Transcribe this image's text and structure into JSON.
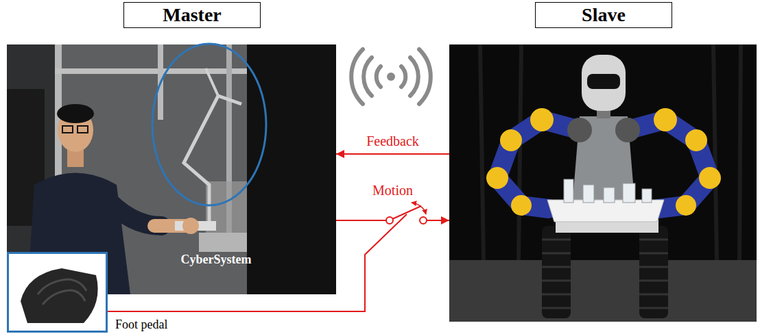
{
  "diagram": {
    "nodes": [
      {
        "text": [
          "Master"
        ]
      },
      {
        "text": [
          "CyberSystem"
        ],
        "in": 0
      },
      {
        "text": [
          "Foot pedal"
        ]
      },
      {
        "text": [
          "Slave"
        ]
      }
    ],
    "edges": [
      {
        "from": 3,
        "to": 0,
        "arrow": "to",
        "label": "Feedback"
      },
      {
        "from": 0,
        "to": 3,
        "arrow": "to",
        "label": "Motion"
      }
    ]
  }
}
